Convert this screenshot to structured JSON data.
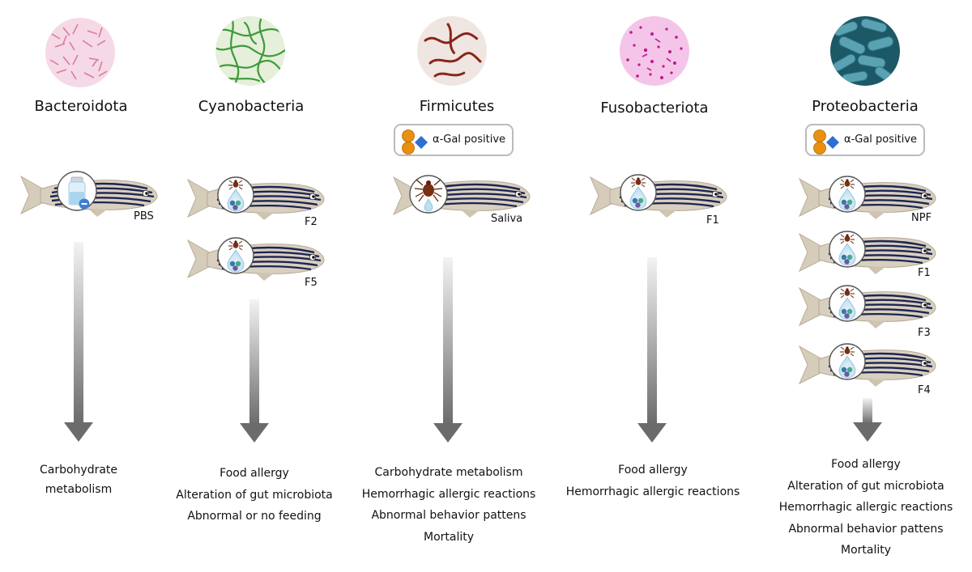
{
  "alpha_gal_label": "α-Gal positive",
  "colors": {
    "fish_body": "#d4cab8",
    "fish_stripe": "#1c2450",
    "arrow_top": "#f2f2f2",
    "arrow_bottom": "#6e6e6e",
    "sugar_orange": "#e8900f",
    "sugar_blue": "#2f6fd0"
  },
  "columns": [
    {
      "phylum": "Bacteroidota",
      "texture": "pink-rods",
      "alpha_gal": false,
      "treatments": [
        {
          "label": "PBS",
          "icon": "vial-minus-icon"
        }
      ],
      "outcomes": [
        "Carbohydrate",
        "metabolism"
      ]
    },
    {
      "phylum": "Cyanobacteria",
      "texture": "green-filaments",
      "alpha_gal": false,
      "treatments": [
        {
          "label": "F2",
          "icon": "tick-drop-icon"
        },
        {
          "label": "F5",
          "icon": "tick-drop-icon"
        }
      ],
      "outcomes": [
        "Food allergy",
        "Alteration of gut microbiota",
        "Abnormal or no feeding"
      ]
    },
    {
      "phylum": "Firmicutes",
      "texture": "red-chains",
      "alpha_gal": true,
      "treatments": [
        {
          "label": "Saliva",
          "icon": "tick-saliva-icon"
        }
      ],
      "outcomes": [
        "Carbohydrate metabolism",
        "Hemorrhagic allergic reactions",
        "Abnormal behavior pattens",
        "Mortality"
      ]
    },
    {
      "phylum": "Fusobacteriota",
      "texture": "pink-spots",
      "alpha_gal": false,
      "treatments": [
        {
          "label": "F1",
          "icon": "tick-drop-icon"
        }
      ],
      "outcomes": [
        "Food allergy",
        "Hemorrhagic allergic reactions"
      ]
    },
    {
      "phylum": "Proteobacteria",
      "texture": "blue-rods",
      "alpha_gal": true,
      "treatments": [
        {
          "label": "NPF",
          "icon": "tick-drop-icon"
        },
        {
          "label": "F1",
          "icon": "tick-drop-icon"
        },
        {
          "label": "F3",
          "icon": "tick-drop-icon"
        },
        {
          "label": "F4",
          "icon": "tick-drop-icon"
        }
      ],
      "outcomes": [
        "Food allergy",
        "Alteration of gut microbiota",
        "Hemorrhagic allergic reactions",
        "Abnormal behavior pattens",
        "Mortality"
      ]
    }
  ]
}
